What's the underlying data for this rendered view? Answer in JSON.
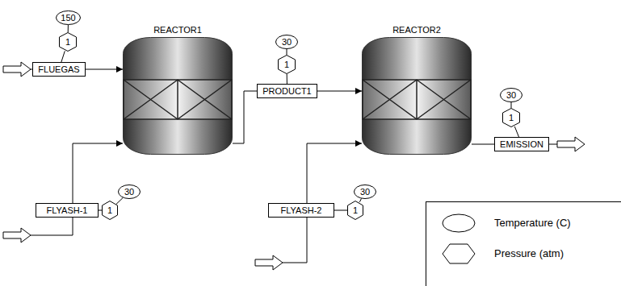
{
  "diagram": {
    "nodes": [
      {
        "text": [
          "150"
        ]
      },
      {
        "text": [
          "1"
        ]
      },
      {
        "text": [
          "REACTOR1"
        ]
      },
      {
        "text": [
          "30"
        ]
      },
      {
        "text": [
          "1"
        ]
      },
      {
        "text": [
          "REACTOR2"
        ]
      },
      {
        "text": [
          "30"
        ]
      },
      {
        "text": [
          "1"
        ]
      },
      {
        "text": [
          "FLUEGAS"
        ]
      },
      {
        "text": [
          "PRODUCT1"
        ]
      },
      {
        "text": [
          "EMISSION"
        ]
      },
      {
        "text": [
          "30"
        ]
      },
      {
        "text": [
          "30"
        ]
      },
      {
        "text": [
          "1"
        ]
      },
      {
        "text": [
          "1"
        ]
      },
      {
        "text": [
          "FLYASH-1"
        ]
      },
      {
        "text": [
          "FLYASH-2"
        ]
      }
    ],
    "edges": [
      {
        "from": 8,
        "to": 2,
        "arrow": "to"
      },
      {
        "from": 15,
        "to": 2,
        "arrow": "to"
      },
      {
        "from": 2,
        "to": 9,
        "arrow": "none"
      },
      {
        "from": 9,
        "to": 5,
        "arrow": "to"
      },
      {
        "from": 16,
        "to": 5,
        "arrow": "to"
      },
      {
        "from": 5,
        "to": 10,
        "arrow": "none"
      },
      {
        "from": 0,
        "to": 1,
        "arrow": "none"
      },
      {
        "from": 1,
        "to": 8,
        "arrow": "none"
      },
      {
        "from": 3,
        "to": 4,
        "arrow": "none"
      },
      {
        "from": 4,
        "to": 9,
        "arrow": "none"
      },
      {
        "from": 6,
        "to": 7,
        "arrow": "none"
      },
      {
        "from": 7,
        "to": 10,
        "arrow": "none"
      },
      {
        "from": 11,
        "to": 13,
        "arrow": "none"
      },
      {
        "from": 13,
        "to": 15,
        "arrow": "none"
      },
      {
        "from": 12,
        "to": 14,
        "arrow": "none"
      },
      {
        "from": 14,
        "to": 16,
        "arrow": "none"
      }
    ],
    "legend": [
      {
        "text": "Temperature (C)"
      },
      {
        "text": "Pressure (atm)"
      }
    ]
  }
}
